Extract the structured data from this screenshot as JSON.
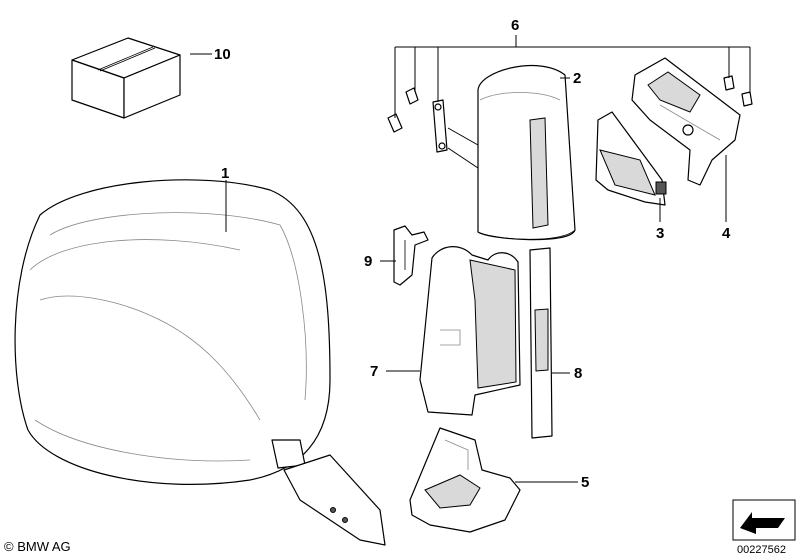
{
  "callouts": {
    "c1": "1",
    "c2": "2",
    "c3": "3",
    "c4": "4",
    "c5": "5",
    "c6": "6",
    "c7": "7",
    "c8": "8",
    "c9": "9",
    "c10": "10"
  },
  "footer": {
    "copyright": "© BMW AG",
    "document_number": "00227562"
  },
  "icons": {
    "direction": "arrow-icon"
  }
}
